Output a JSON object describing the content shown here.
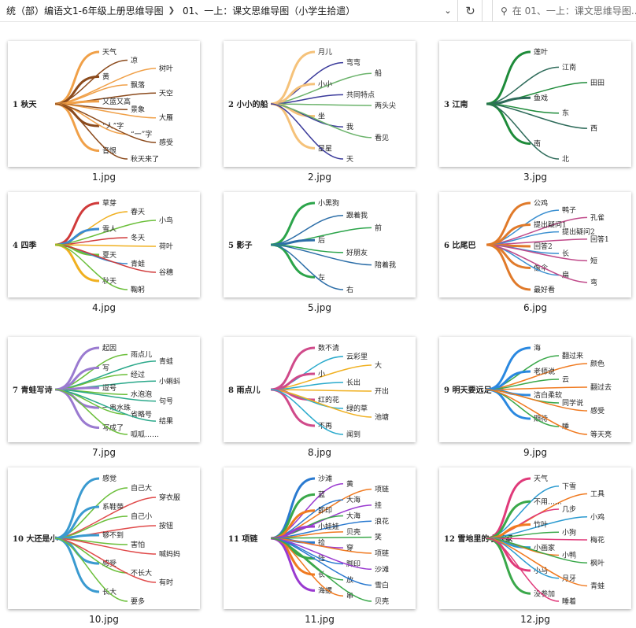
{
  "address_bar": {
    "breadcrumbs": [
      "统（部）编语文1-6年级上册思维导图",
      "01、一上：课文思维导图（小学生拾遗）"
    ],
    "search_placeholder": "在 01、一上：课文思维导图..."
  },
  "files": [
    {
      "name": "1.jpg",
      "title": "1 秋天",
      "words": [
        "天气",
        "凉",
        "树叶",
        "黄",
        "飘落",
        "天空",
        "又蓝又高",
        "景象",
        "大雁",
        "“人”字",
        "“一”字",
        "感受",
        "音恨",
        "秋天来了"
      ]
    },
    {
      "name": "2.jpg",
      "title": "2 小小的船",
      "words": [
        "月儿",
        "弯弯",
        "船",
        "小小",
        "共同特点",
        "两头尖",
        "坐",
        "我",
        "看见",
        "星星",
        "天"
      ]
    },
    {
      "name": "3.jpg",
      "title": "3 江南",
      "words": [
        "莲叶",
        "江南",
        "田田",
        "鱼戏",
        "东",
        "西",
        "南",
        "北"
      ]
    },
    {
      "name": "4.jpg",
      "title": "4 四季",
      "words": [
        "草芽",
        "春天",
        "小鸟",
        "雪人",
        "冬天",
        "荷叶",
        "夏天",
        "青蛙",
        "谷穗",
        "秋天",
        "鞠躬"
      ]
    },
    {
      "name": "5.jpg",
      "title": "5 影子",
      "words": [
        "小黑狗",
        "跟着我",
        "前",
        "后",
        "好朋友",
        "陪着我",
        "左",
        "右"
      ]
    },
    {
      "name": "6.jpg",
      "title": "6 比尾巴",
      "words": [
        "公鸡",
        "鸭子",
        "孔雀",
        "提出疑问1",
        "提出疑问2",
        "回答1",
        "回答2",
        "长",
        "短",
        "像伞",
        "扁",
        "弯",
        "最好看"
      ]
    },
    {
      "name": "7.jpg",
      "title": "7 青蛙写诗",
      "words": [
        "起因",
        "雨点儿",
        "青蛙",
        "写",
        "经过",
        "小蝌蚪",
        "逗号",
        "水泡泡",
        "句号",
        "一串水珠",
        "省略号",
        "结果",
        "写成了",
        "呱呱……"
      ]
    },
    {
      "name": "8.jpg",
      "title": "8 雨点儿",
      "words": [
        "数不清",
        "云彩里",
        "大",
        "小",
        "长出",
        "开出",
        "红的花",
        "绿的草",
        "池塘",
        "不再",
        "闻到"
      ]
    },
    {
      "name": "9.jpg",
      "title": "9 明天要远足",
      "words": [
        "海",
        "翻过来",
        "颜色",
        "老师说",
        "云",
        "翻过去",
        "洁白柔软",
        "同学说",
        "感受",
        "期待",
        "睡",
        "等天亮"
      ]
    },
    {
      "name": "10.jpg",
      "title": "10 大还是小",
      "words": [
        "感觉",
        "自己大",
        "穿衣服",
        "系鞋带",
        "自己小",
        "按钮",
        "够不到",
        "害怕",
        "喊妈妈",
        "感受",
        "不长大",
        "有时",
        "长大",
        "要多"
      ]
    },
    {
      "name": "11.jpg",
      "title": "11 项链",
      "words": [
        "沙滩",
        "黄",
        "项链",
        "蓝",
        "大海",
        "挂",
        "即印",
        "大海",
        "浪花",
        "小娃娃",
        "贝壳",
        "笑",
        "捡",
        "穿",
        "项链",
        "挂",
        "脚印",
        "沙滩",
        "长",
        "放",
        "雪白",
        "海螺",
        "串",
        "贝壳"
      ]
    },
    {
      "name": "12.jpg",
      "title": "12 雪地里的小画家",
      "words": [
        "天气",
        "下雪",
        "工具",
        "不用……",
        "几步",
        "小鸡",
        "竹叶",
        "小狗",
        "梅花",
        "小画家",
        "小鸭",
        "枫叶",
        "小马",
        "月牙",
        "青蛙",
        "没参加",
        "睡着"
      ]
    }
  ]
}
